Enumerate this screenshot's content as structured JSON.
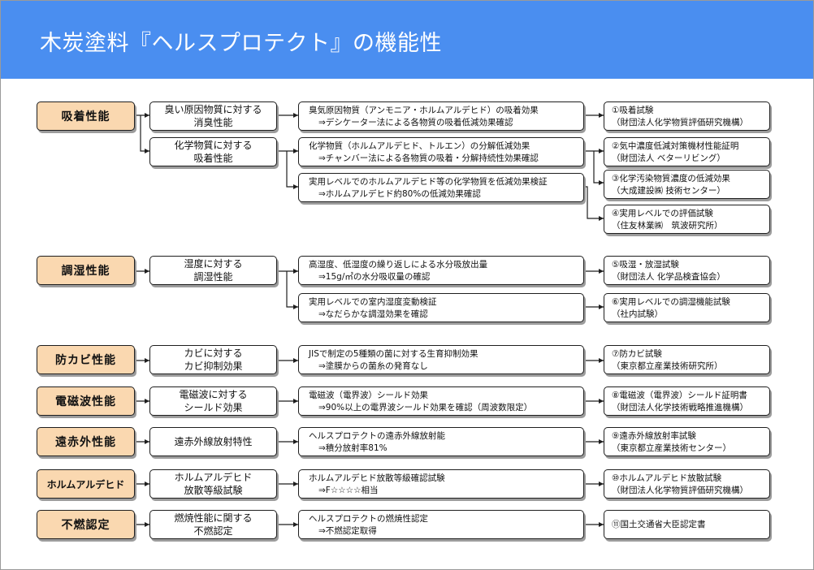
{
  "title": "木炭塗料『ヘルスプロテクト』の機能性",
  "categories": [
    {
      "label": "吸着性能"
    },
    {
      "label": "調湿性能"
    },
    {
      "label": "防カビ性能"
    },
    {
      "label": "電磁波性能"
    },
    {
      "label": "遠赤外性能"
    },
    {
      "label": "ホルムアルデヒド"
    },
    {
      "label": "不燃認定"
    }
  ],
  "properties": [
    {
      "line1": "臭い原因物質に対する",
      "line2": "消臭性能"
    },
    {
      "line1": "化学物質に対する",
      "line2": "吸着性能"
    },
    {
      "line1": "湿度に対する",
      "line2": "調湿性能"
    },
    {
      "line1": "カビに対する",
      "line2": "カビ抑制効果"
    },
    {
      "line1": "電磁波に対する",
      "line2": "シールド効果"
    },
    {
      "line1": "遠赤外線放射特性",
      "line2": ""
    },
    {
      "line1": "ホルムアルデヒド",
      "line2": "放散等級試験"
    },
    {
      "line1": "燃焼性能に関する",
      "line2": "不燃認定"
    }
  ],
  "descriptions": [
    {
      "line1": "臭気原因物質（アンモニア・ホルムアルデヒド）の吸着効果",
      "line2": "⇒デシケーター法による各物質の吸着低減効果確認"
    },
    {
      "line1": "化学物質（ホルムアルデヒド、トルエン）の分解低減効果",
      "line2": "⇒チャンバー法による各物質の吸着・分解持続性効果確認"
    },
    {
      "line1": "実用レベルでのホルムアルデヒド等の化学物質を低減効果検証",
      "line2": "⇒ホルムアルデヒド約80%の低減効果確認"
    },
    {
      "line1": "高湿度、低湿度の繰り返しによる水分吸放出量",
      "line2": "⇒15g/㎡の水分吸収量の確認"
    },
    {
      "line1": "実用レベルでの室内湿度変動検証",
      "line2": "⇒なだらかな調湿効果を確認"
    },
    {
      "line1": "JISで制定の5種類の菌に対する生育抑制効果",
      "line2": "⇒塗膜からの菌糸の発育なし"
    },
    {
      "line1": "電磁波（電界波）シールド効果",
      "line2": "⇒90%以上の電界波シールド効果を確認（周波数限定）"
    },
    {
      "line1": "ヘルスプロテクトの遠赤外線放射能",
      "line2": "⇒積分放射率81%"
    },
    {
      "line1": "ホルムアルデヒド放散等級確認試験",
      "line2": "⇒F☆☆☆☆相当"
    },
    {
      "line1": "ヘルスプロテクトの燃焼性認定",
      "line2": "⇒不燃認定取得"
    }
  ],
  "tests": [
    {
      "line1": "①吸着試験",
      "line2": "（財団法人化学物質評価研究機構）"
    },
    {
      "line1": "②気中濃度低減対策機材性能証明",
      "line2": "（財団法人 ベターリビング）"
    },
    {
      "line1": "③化学汚染物質濃度の低減効果",
      "line2": "（大成建設㈱ 技術センター）"
    },
    {
      "line1": "④実用レベルでの評価試験",
      "line2": "（住友林業㈱　筑波研究所）"
    },
    {
      "line1": "⑤吸湿・放湿試験",
      "line2": "（財団法人 化学品検査協会）"
    },
    {
      "line1": "⑥実用レベルでの調湿機能試験",
      "line2": "（社内試験）"
    },
    {
      "line1": "⑦防カビ試験",
      "line2": "（東京都立産業技術研究所）"
    },
    {
      "line1": "⑧電磁波（電界波）シールド証明書",
      "line2": "（財団法人化学技術戦略推進機構）"
    },
    {
      "line1": "⑨遠赤外線放射率試験",
      "line2": "（東京都立産業技術センター）"
    },
    {
      "line1": "⑩ホルムアルデヒド放散試験",
      "line2": "（財団法人化学物質評価研究機構）"
    },
    {
      "line1": "⑪国土交通省大臣認定書",
      "line2": ""
    }
  ],
  "colors": {
    "header_bg": "#4a8ef0",
    "category_bg": "#fad8b0",
    "border": "#1e1e1e",
    "shadow": "#9c9c9c"
  }
}
